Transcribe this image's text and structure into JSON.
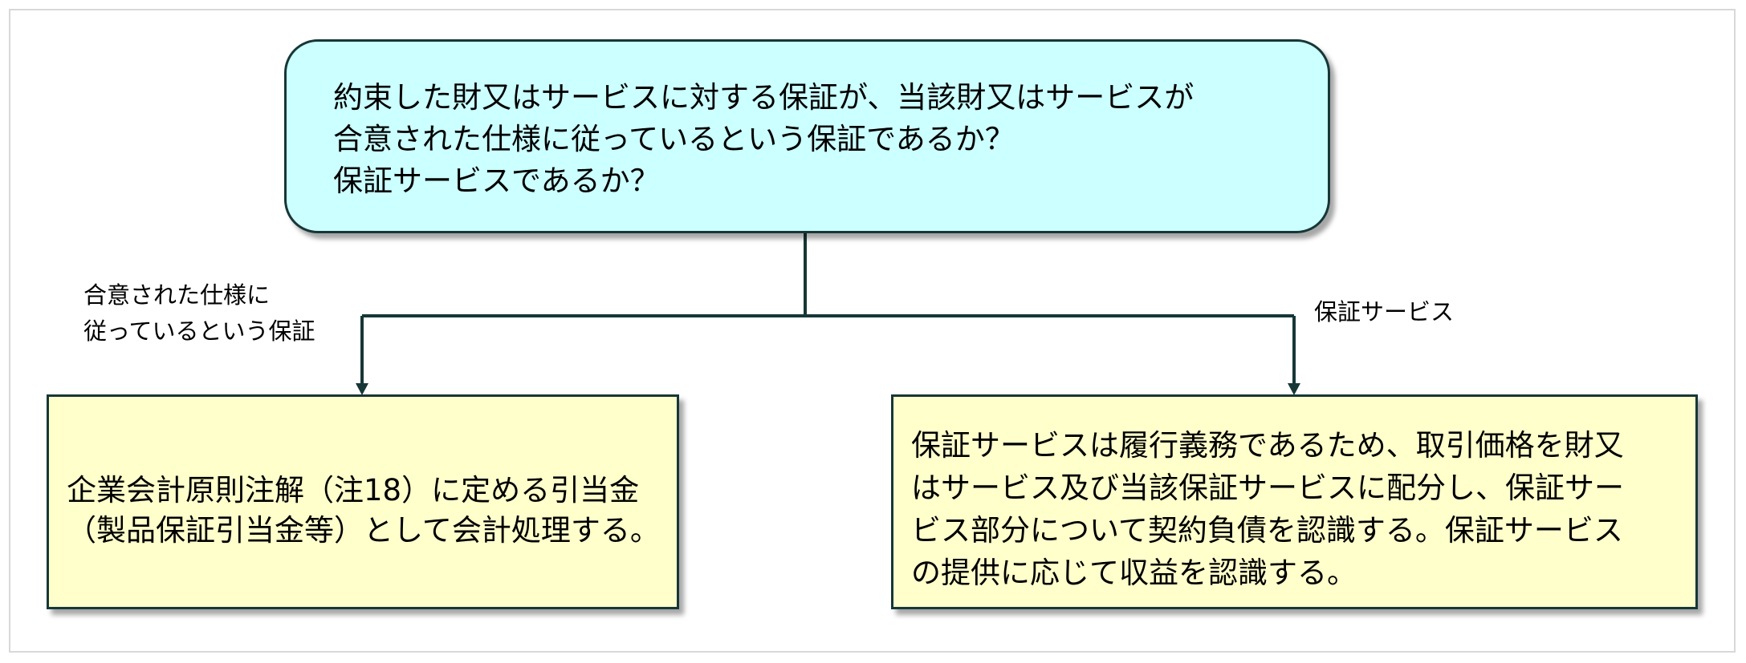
{
  "question": {
    "lines": [
      "約束した財又はサービスに対する保証が、当該財又はサービスが",
      "合意された仕様に従っているという保証であるか？",
      "保証サービスであるか？"
    ]
  },
  "branches": {
    "left_label": [
      "合意された仕様に",
      "従っているという保証"
    ],
    "right_label": "保証サービス"
  },
  "outcomes": {
    "left": [
      "企業会計原則注解（注18）に定める引当金",
      "（製品保証引当金等）として会計処理する。"
    ],
    "right": [
      "保証サービスは履行義務であるため、取引価格を財又",
      "はサービス及び当該保証サービスに配分し、保証サー",
      "ビス部分について契約負債を認識する。保証サービス",
      "の提供に応じて収益を認識する。"
    ]
  },
  "colors": {
    "question_fill": "#ccffff",
    "outcome_fill": "#ffffcc",
    "border": "#173737"
  }
}
